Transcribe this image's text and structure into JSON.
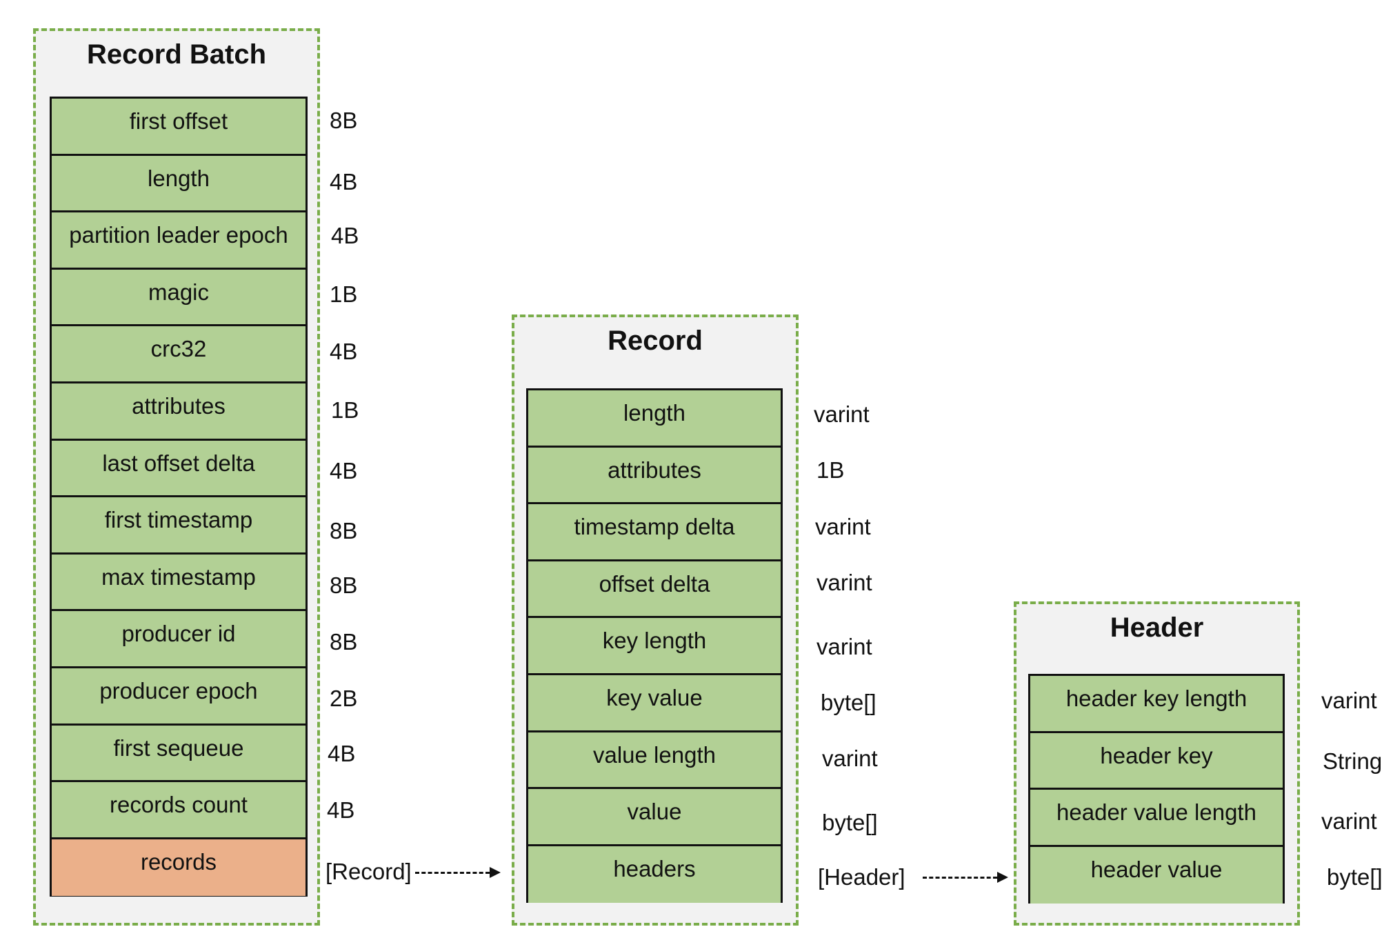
{
  "record_batch": {
    "title": "Record Batch",
    "fields": [
      {
        "label": "first offset",
        "size": "8B"
      },
      {
        "label": "length",
        "size": "4B"
      },
      {
        "label": "partition leader epoch",
        "size": "4B"
      },
      {
        "label": "magic",
        "size": "1B"
      },
      {
        "label": "crc32",
        "size": "4B"
      },
      {
        "label": "attributes",
        "size": "1B"
      },
      {
        "label": "last offset delta",
        "size": "4B"
      },
      {
        "label": "first timestamp",
        "size": "8B"
      },
      {
        "label": "max timestamp",
        "size": "8B"
      },
      {
        "label": "producer id",
        "size": "8B"
      },
      {
        "label": "producer epoch",
        "size": "2B"
      },
      {
        "label": "first sequeue",
        "size": "4B"
      },
      {
        "label": "records count",
        "size": "4B"
      },
      {
        "label": "records",
        "size": "[Record]"
      }
    ]
  },
  "record": {
    "title": "Record",
    "fields": [
      {
        "label": "length",
        "size": "varint"
      },
      {
        "label": "attributes",
        "size": "1B"
      },
      {
        "label": "timestamp delta",
        "size": "varint"
      },
      {
        "label": "offset delta",
        "size": "varint"
      },
      {
        "label": "key length",
        "size": "varint"
      },
      {
        "label": "key value",
        "size": "byte[]"
      },
      {
        "label": "value length",
        "size": "varint"
      },
      {
        "label": "value",
        "size": "byte[]"
      },
      {
        "label": "headers",
        "size": "[Header]"
      }
    ]
  },
  "header": {
    "title": "Header",
    "fields": [
      {
        "label": "header key length",
        "size": "varint"
      },
      {
        "label": "header key",
        "size": "String"
      },
      {
        "label": "header value length",
        "size": "varint"
      },
      {
        "label": "header value",
        "size": "byte[]"
      }
    ]
  },
  "colors": {
    "field_fill": "#b2d095",
    "highlight_fill": "#ebb08a",
    "panel_border": "#7aad4a",
    "panel_fill": "#f2f2f2"
  }
}
